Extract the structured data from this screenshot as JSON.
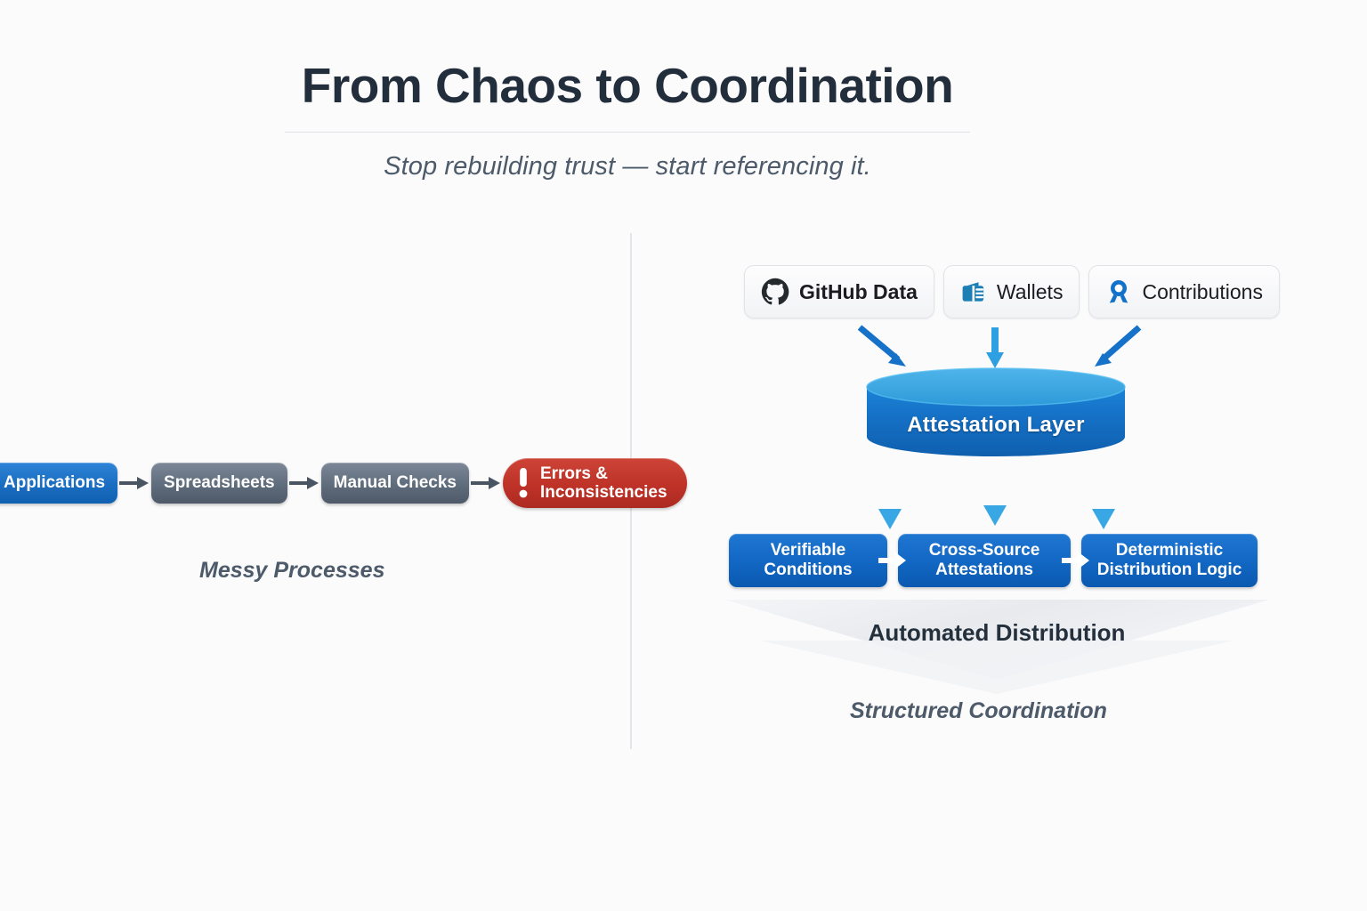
{
  "header": {
    "title": "From Chaos to Coordination",
    "subtitle": "Stop rebuilding trust — start referencing it."
  },
  "left_panel": {
    "caption": "Messy Processes",
    "chain": [
      {
        "label": "Applications",
        "style": "blue",
        "icon": "none"
      },
      {
        "label": "Spreadsheets",
        "style": "gray",
        "icon": "none"
      },
      {
        "label": "Manual Checks",
        "style": "gray",
        "icon": "none"
      },
      {
        "label_line1": "Errors &",
        "label_line2": "Inconsistencies",
        "style": "red",
        "icon": "exclamation-icon"
      }
    ],
    "arrow_color": "#4a5563"
  },
  "right_panel": {
    "caption": "Structured Coordination",
    "sources": [
      {
        "label": "GitHub Data",
        "icon": "github-icon",
        "icon_color": "#24292e",
        "bold": true
      },
      {
        "label": "Wallets",
        "icon": "wallet-icon",
        "icon_color": "#1b7fb5",
        "bold": false
      },
      {
        "label": "Contributions",
        "icon": "ribbon-icon",
        "icon_color": "#1272c9",
        "bold": false
      }
    ],
    "hub": {
      "label": "Attestation Layer",
      "top_color": "#3aa5e2",
      "body_color": "#1570c5"
    },
    "outputs": [
      {
        "label": "Verifiable\nConditions"
      },
      {
        "label": "Cross-Source\nAttestations"
      },
      {
        "label": "Deterministic\nDistribution Logic"
      }
    ],
    "funnel": {
      "label": "Automated Distribution",
      "color": "#eceef1"
    },
    "arrow_colors": {
      "diagonal_in": "#1572c8",
      "vertical_in": "#2e9fe0",
      "out": "#2f9fe0"
    }
  },
  "colors": {
    "background": "#fbfbfc",
    "title": "#222e3c",
    "subtitle": "#4c5a69",
    "caption": "#4c5a69",
    "divider": "#dfe3e8",
    "accent_blue": "#1268c4",
    "error_red": "#be3228"
  }
}
